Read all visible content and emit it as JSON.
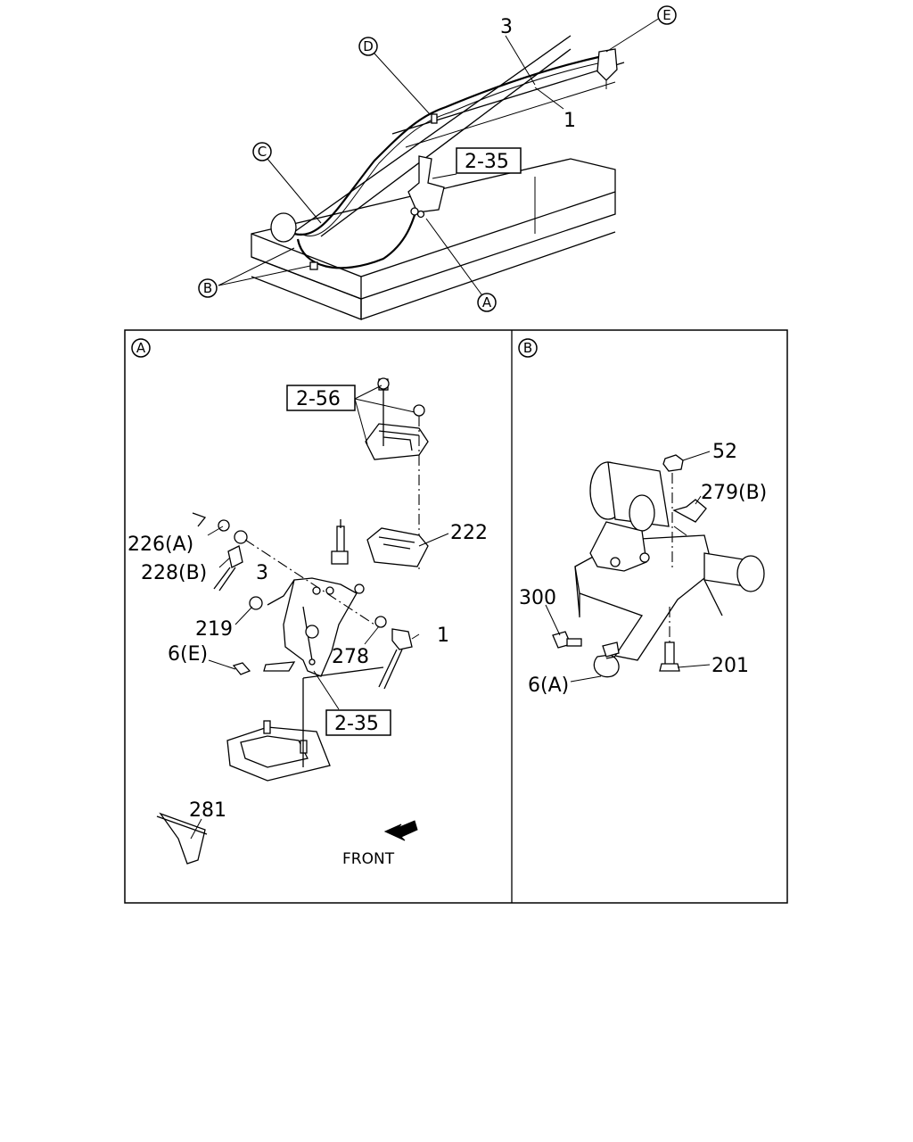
{
  "callouts": {
    "top": {
      "E": "E",
      "D": "D",
      "C": "C",
      "B": "B",
      "A": "A",
      "n3": "3",
      "n1": "1",
      "ref_2_35": "2-35"
    },
    "panel_a": {
      "title": "A",
      "ref_2_56": "2-56",
      "n222": "222",
      "n226A": "226(A)",
      "n228B": "228(B)",
      "n3": "3",
      "n219": "219",
      "n1": "1",
      "n278": "278",
      "n6E": "6(E)",
      "ref_2_35": "2-35",
      "n281": "281",
      "front": "FRONT"
    },
    "panel_b": {
      "title": "B",
      "n52": "52",
      "n279B": "279(B)",
      "n300": "300",
      "n201": "201",
      "n6A": "6(A)"
    }
  }
}
